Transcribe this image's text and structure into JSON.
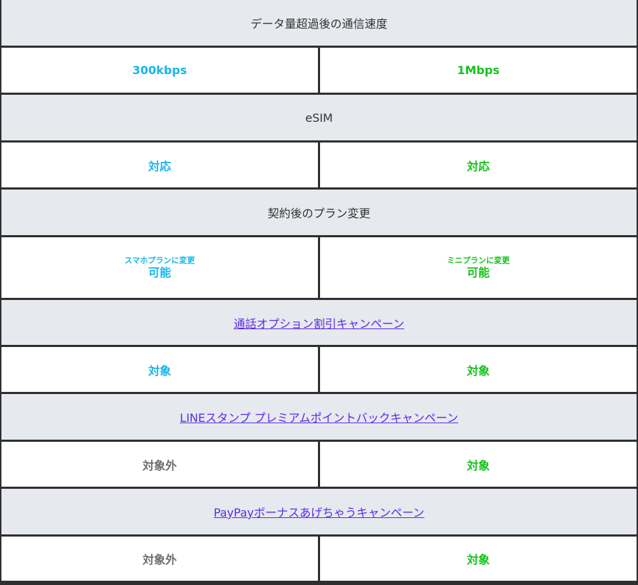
{
  "rows": [
    {
      "header": "データ量超過後の通信速度",
      "link": false,
      "left": "300kbps",
      "right": "1Mbps"
    },
    {
      "header": "eSIM",
      "link": false,
      "left": "対応",
      "right": "対応"
    },
    {
      "header": "契約後のプラン変更",
      "link": false,
      "left_small": "スマホプランに変更",
      "left": "可能",
      "right_small": "ミニプランに変更",
      "right": "可能"
    },
    {
      "header": "通話オプション割引キャンペーン",
      "link": true,
      "left": "対象",
      "right": "対象"
    },
    {
      "header": "LINEスタンプ プレミアムポイントバックキャンペーン",
      "link": true,
      "left": "対象外",
      "right": "対象"
    },
    {
      "header": "PayPayボーナスあげちゃうキャンペーン",
      "link": true,
      "left": "対象外",
      "right": "対象"
    }
  ],
  "colors": {
    "left_value": "#1ab5e8",
    "right_value": "#17c21a",
    "not_applicable": "#6d6d6d",
    "header_bg": "#e6e9ee",
    "link": "#5b2be6",
    "border": "#2f2f2f"
  }
}
